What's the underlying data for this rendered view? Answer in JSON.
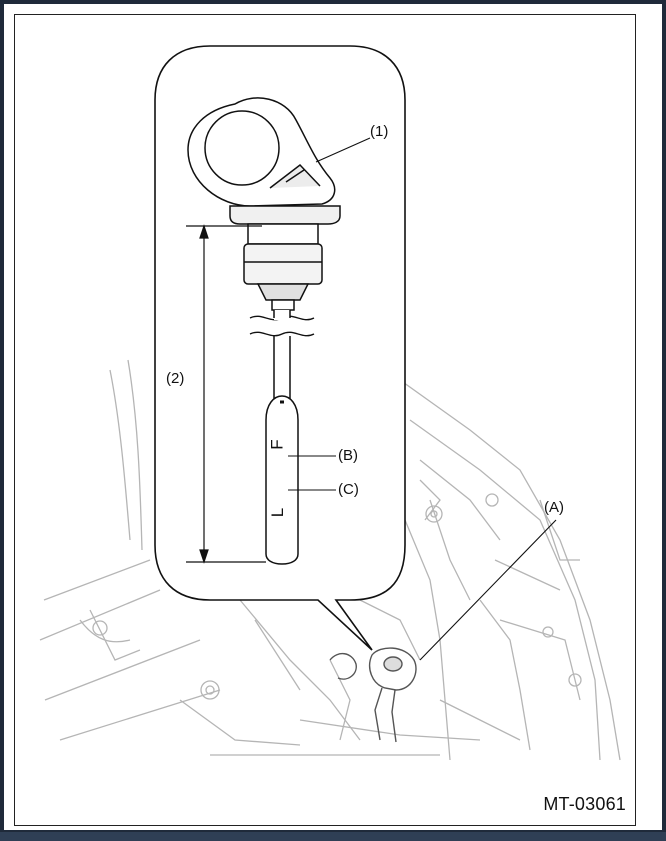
{
  "labels": {
    "part_1": "(1)",
    "part_2": "(2)",
    "mark_a": "(A)",
    "mark_b": "(B)",
    "mark_c": "(C)",
    "letter_f": "F",
    "letter_l": "L"
  },
  "figure_code": "MT-03061"
}
